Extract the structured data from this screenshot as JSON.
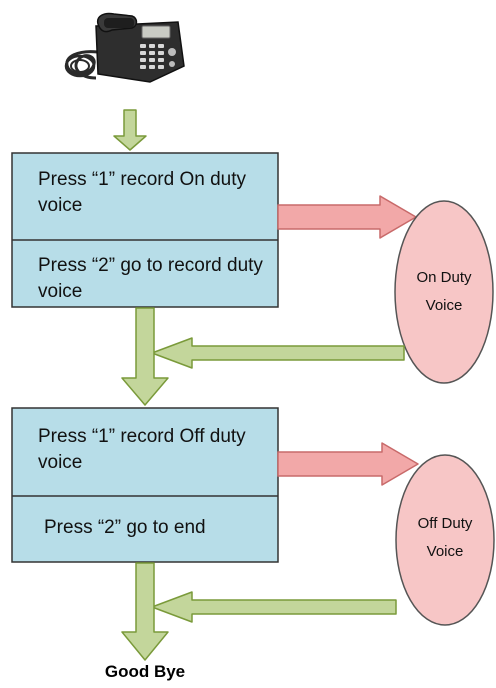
{
  "colors": {
    "box_fill": "#b7dde8",
    "box_stroke": "#333333",
    "flow_arrow_fill": "#c3d69b",
    "flow_arrow_stroke": "#7a9a3a",
    "voice_arrow_fill": "#f2a8a8",
    "voice_arrow_stroke": "#c86a6a",
    "ellipse_fill": "#f7c6c6",
    "ellipse_stroke": "#555555"
  },
  "icons": {
    "start": "desk-phone-icon"
  },
  "boxes": [
    {
      "option1": "Press “1” record On duty voice",
      "option2": "Press “2” go to record duty voice"
    },
    {
      "option1": "Press “1” record Off duty voice",
      "option2": "Press “2” go to end"
    }
  ],
  "ellipses": [
    {
      "line1": "On Duty",
      "line2": "Voice"
    },
    {
      "line1": "Off Duty",
      "line2": "Voice"
    }
  ],
  "end_label": "Good Bye"
}
